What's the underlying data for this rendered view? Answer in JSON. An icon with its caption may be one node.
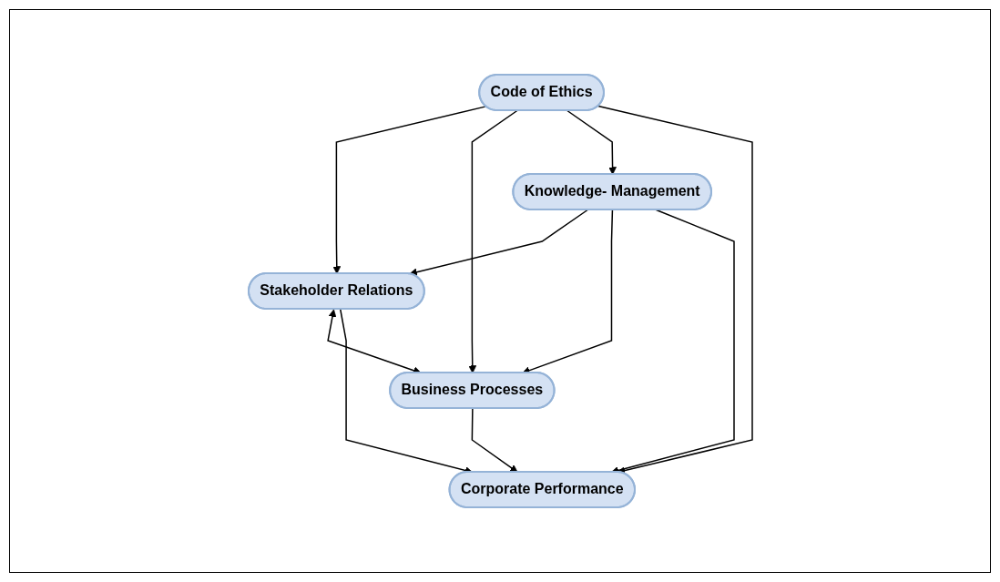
{
  "diagram": {
    "nodes": [
      {
        "text": [
          "Code of Ethics"
        ]
      },
      {
        "text": [
          "Stakeholder Relations"
        ]
      },
      {
        "text": [
          "Knowledge- Management"
        ]
      },
      {
        "text": [
          "Business Processes"
        ]
      },
      {
        "text": [
          "Corporate Performance"
        ]
      }
    ],
    "edges": [
      {
        "from": 0,
        "to": 1,
        "arrow": "to"
      },
      {
        "from": 0,
        "to": 3,
        "arrow": "to"
      },
      {
        "from": 0,
        "to": 2,
        "arrow": "to"
      },
      {
        "from": 2,
        "to": 1,
        "arrow": "to"
      },
      {
        "from": 2,
        "to": 3,
        "arrow": "to"
      },
      {
        "from": 1,
        "to": 3,
        "arrow": "both"
      },
      {
        "from": 2,
        "to": 4,
        "arrow": "to"
      },
      {
        "from": 3,
        "to": 4,
        "arrow": "to"
      },
      {
        "from": 0,
        "to": 4,
        "arrow": "to"
      },
      {
        "from": 1,
        "to": 4,
        "arrow": "to"
      }
    ]
  }
}
